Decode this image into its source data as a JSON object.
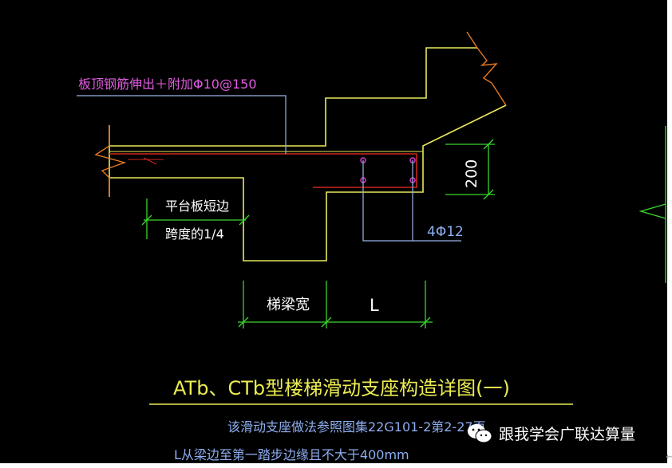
{
  "labels": {
    "top_rebar": "板顶钢筋伸出＋附加Φ10@150",
    "platform_line_1": "平台板短边",
    "platform_line_2": "跨度的1/4",
    "dimension_200": "200",
    "rebar_4": "4Φ12",
    "beam_width": "梯梁宽",
    "length_L": "L",
    "title": "ATb、CTb型楼梯滑动支座构造详图(一)",
    "note_1": "该滑动支座做法参照图集22G101-2第2-27页",
    "note_2": "L从梁边至第一踏步边缘且不大于400mm"
  },
  "watermark": {
    "text": "跟我学会广联达算量",
    "icon": "wechat-icon"
  },
  "colors": {
    "background": "#000000",
    "concrete": "#e8e85c",
    "rebar": "#d0261f",
    "leader": "#9ab4e6",
    "dimension": "#39d62d",
    "break_line": "#e87a22",
    "stirrup_dot": "#d63ad6",
    "text_magenta": "#e05be0",
    "text_white": "#ffffff",
    "text_yellow": "#ecec52",
    "text_blue": "#8eaef0"
  }
}
